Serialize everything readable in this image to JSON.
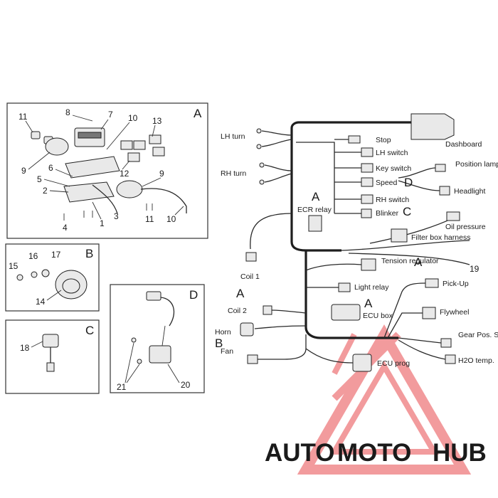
{
  "colors": {
    "ink": "#1a1a1a",
    "logo_red": "#e8383d",
    "logo_orange": "#f5a623",
    "logo_gray": "#8c8c8c"
  },
  "panels": {
    "A": {
      "letter": "A",
      "callouts": {
        "n11a": "11",
        "n8": "8",
        "n7": "7",
        "n10a": "10",
        "n13": "13",
        "n9a": "9",
        "n6": "6",
        "n5": "5",
        "n2": "2",
        "n12": "12",
        "n9b": "9",
        "n3": "3",
        "n4": "4",
        "n1": "1",
        "n11b": "11",
        "n10b": "10"
      }
    },
    "B": {
      "letter": "B",
      "callouts": {
        "n15": "15",
        "n16": "16",
        "n17": "17",
        "n14": "14"
      }
    },
    "C": {
      "letter": "C",
      "callouts": {
        "n18": "18"
      }
    },
    "D": {
      "letter": "D",
      "callouts": {
        "n21": "21",
        "n20": "20"
      }
    }
  },
  "wiring": {
    "labels": {
      "lh_turn": "LH turn",
      "rh_turn": "RH turn",
      "dashboard": "Dashboard",
      "stop": "Stop",
      "lh_switch": "LH switch",
      "key_switch": "Key switch",
      "speed": "Speed",
      "rh_switch": "RH switch",
      "blinker": "Blinker",
      "position_lamp": "Position lamp",
      "headlight": "Headlight",
      "oil_pressure": "Oil pressure",
      "filter_box_harness": "Filter box harness",
      "ecr_relay": "ECR relay",
      "coil1": "Coil 1",
      "tension_regulator": "Tension regulator",
      "light_relay": "Light relay",
      "pick_up": "Pick-Up",
      "flywheel": "Flywheel",
      "ecu_box": "ECU box",
      "gear_pos_sensor": "Gear Pos. Sensor",
      "h2o_temp": "H2O temp.",
      "coil2": "Coil 2",
      "horn": "Horn",
      "fan": "Fan",
      "ecu_prog": "ECU prog",
      "harness_number": "19"
    },
    "ref_letters": {
      "ecr_relay": "A",
      "position_lamp": "D",
      "oil_pressure": "C",
      "tension_regulator": "A",
      "ecu_box": "A",
      "coil2": "A",
      "horn": "B"
    }
  },
  "watermark": {
    "part1": "AUTO",
    "part2": "MOTO",
    "part3": "HUB"
  }
}
